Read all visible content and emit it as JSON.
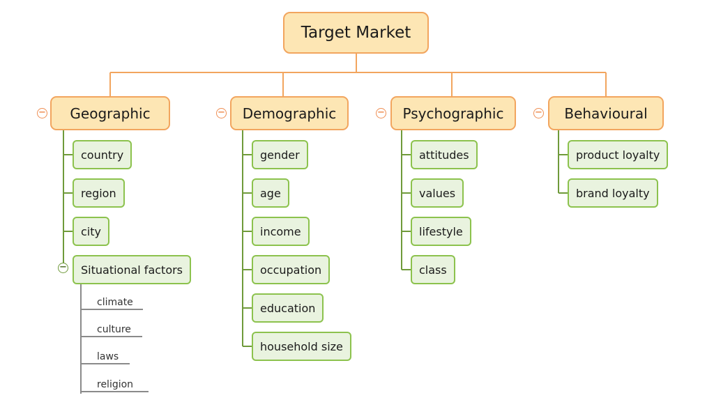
{
  "diagram": {
    "root": "Target Market",
    "categories": [
      {
        "label": "Geographic",
        "items": [
          "country",
          "region",
          "city"
        ],
        "group": {
          "label": "Situational factors",
          "items": [
            "climate",
            "culture",
            "laws",
            "religion"
          ]
        }
      },
      {
        "label": "Demographic",
        "items": [
          "gender",
          "age",
          "income",
          "occupation",
          "education",
          "household size"
        ]
      },
      {
        "label": "Psychographic",
        "items": [
          "attitudes",
          "values",
          "lifestyle",
          "class"
        ]
      },
      {
        "label": "Behavioural",
        "items": [
          "product loyalty",
          "brand loyalty"
        ]
      }
    ],
    "collapse_glyph": "−",
    "colors": {
      "root_fill": "#fde6b4",
      "category_border": "#f2a55e",
      "connector": "#f2a55e",
      "leaf_fill": "#e9f3df",
      "leaf_border": "#8cc24d",
      "leaf_connector": "#6f9a3a",
      "sub_line": "#8a8a8a"
    }
  }
}
